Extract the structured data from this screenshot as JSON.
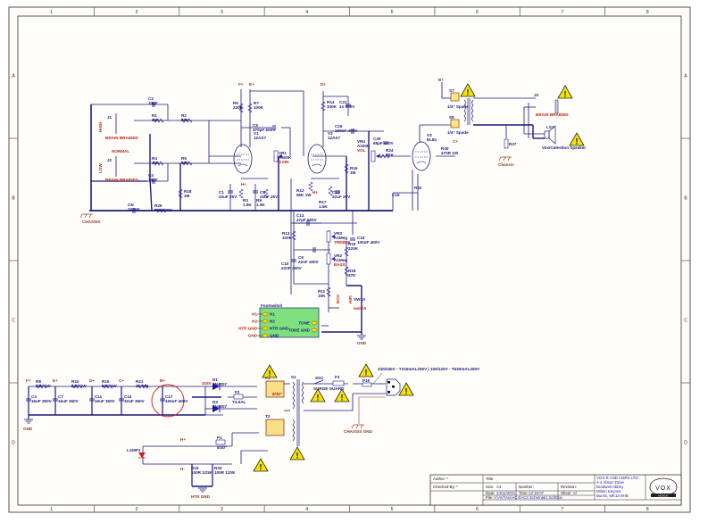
{
  "document": {
    "type": "schematic",
    "brand": "VOX",
    "zones_columns": [
      "1",
      "2",
      "3",
      "4",
      "5",
      "6",
      "7",
      "8"
    ],
    "zones_rows": [
      "A",
      "B",
      "C",
      "D"
    ]
  },
  "title_block": {
    "author_label": "Author: *",
    "checked_label": "Checked By: *",
    "title_label": "Title",
    "size_label": "Size",
    "size_value": "A3",
    "number_label": "Number:",
    "revision_label": "Revision:",
    "date_label": "Date:",
    "date_value": "24/11/2011",
    "time_label": "Time:",
    "time_value": "12:18:07",
    "sheet_label": "Sheet",
    "sheet_value": "of",
    "file_label": "File:",
    "file_value": "V:\\AV\\Vox\\AC4\\AC4 Schematic.SchDoc",
    "company_lines": [
      "VOX R AND AMPS LTD.",
      "4-4 Alston Drive",
      "Bradwell Abbey",
      "Milton Keynes",
      "Bucks, MK13 9HB"
    ],
    "logo_text": "VOX",
    "logo_sub": "MUSICAL"
  },
  "input_section": {
    "jack_hi_label": "J1",
    "jack_hi_tag": "HIGH",
    "jack_lo_label": "J2",
    "jack_lo_tag": "LOW",
    "jack_hi_type": "BRAIN BRAIDED",
    "jack_lo_type": "BRAIN BRAIDED",
    "normal_label": "NORMAL",
    "chassis_label": "CHASSIS",
    "components": [
      {
        "ref": "C2",
        "value": "10pF"
      },
      {
        "ref": "R1",
        "value": "10K"
      },
      {
        "ref": "R2",
        "value": "56K"
      },
      {
        "ref": "R4",
        "value": "10K"
      },
      {
        "ref": "R5",
        "value": "56K"
      },
      {
        "ref": "C4",
        "value": "10pF"
      },
      {
        "ref": "R18",
        "value": "1M"
      },
      {
        "ref": "CN",
        "value": "100nF"
      },
      {
        "ref": "R29",
        "value": "FERRITE"
      }
    ]
  },
  "preamp": {
    "rails": [
      "F+",
      "E+",
      "D+"
    ],
    "tubes": [
      {
        "ref": "V1",
        "type": "12AX7"
      },
      {
        "ref": "V2",
        "type": "12AX7"
      }
    ],
    "components": [
      {
        "ref": "R6",
        "value": "220K"
      },
      {
        "ref": "R7",
        "value": "100K"
      },
      {
        "ref": "C5",
        "value": "470pF 500V"
      },
      {
        "ref": "VR1",
        "value": "A500K",
        "function": "GAIN"
      },
      {
        "ref": "C1",
        "value": "22uF 25V"
      },
      {
        "ref": "R3",
        "value": "1.5K"
      },
      {
        "ref": "C8",
        "value": "22uF 25V"
      },
      {
        "ref": "R9",
        "value": "1.5K"
      },
      {
        "ref": "R14",
        "value": "100K"
      },
      {
        "ref": "C21",
        "value": "1n 500V"
      },
      {
        "ref": "C16",
        "value": "100nF 400V"
      },
      {
        "ref": "VR4",
        "value": "A220K",
        "function": "VOL"
      },
      {
        "ref": "C20",
        "value": "68pF 500V"
      },
      {
        "ref": "R24",
        "value": "5K6"
      },
      {
        "ref": "R16",
        "value": "1M"
      },
      {
        "ref": "R12",
        "value": "56K 1W"
      },
      {
        "ref": "R17",
        "value": "1.5K"
      },
      {
        "ref": "C12",
        "value": "22uF 25V"
      },
      {
        "ref": "C13",
        "value": "47pF 500V"
      }
    ],
    "heater_label": "H+"
  },
  "tone_section": {
    "components": [
      {
        "ref": "R13",
        "value": "100K"
      },
      {
        "ref": "VR3",
        "value": "A1Meg",
        "function": "TREBLE"
      },
      {
        "ref": "C9",
        "value": "22nF 400V"
      },
      {
        "ref": "C10",
        "value": "22nF 400V"
      },
      {
        "ref": "VR2",
        "value": "A1Meg",
        "function": "BASS"
      },
      {
        "ref": "R19",
        "value": "220K"
      },
      {
        "ref": "C15",
        "value": "100nF 400V"
      },
      {
        "ref": "R18",
        "value": "47K"
      },
      {
        "ref": "R11",
        "value": "10K"
      },
      {
        "ref": "SW1A",
        "value": "",
        "function": "switch"
      }
    ],
    "switch_labels": [
      "ECO",
      "HIFI"
    ],
    "footswitch": {
      "title": "Footswitch",
      "left_pins": [
        "H1",
        "H2",
        "HTR GND",
        "GND"
      ],
      "right_pins": [
        "TONE",
        "TONE GND"
      ],
      "ext_labels": [
        "H1",
        "H2",
        "HTR GND",
        "GND"
      ]
    },
    "ground_label": "GND"
  },
  "power_amp": {
    "rail": "B+",
    "tube": {
      "ref": "V3",
      "type": "EL84"
    },
    "components": [
      {
        "ref": "R30",
        "value": "470R 1W"
      },
      {
        "ref": "C19",
        "value": "22uF 63V"
      },
      {
        "ref": "R22",
        "value": "120R 1W"
      },
      {
        "ref": "R24",
        "value": "5K6"
      },
      {
        "ref": "R27",
        "value": ""
      }
    ],
    "spades": [
      {
        "ref": "S7",
        "value": "1/4\" Spade"
      },
      {
        "ref": "S8",
        "value": "1/4\" Spade"
      }
    ],
    "output_transformer": "T1",
    "speaker_jack": {
      "ref": "J3",
      "type": "BRAIN BRAIDED"
    },
    "speaker": {
      "ref": "LS1",
      "value": "Vox/Celestion Speaker"
    },
    "chassis_label": "Chassis",
    "c_plus": "C+",
    "heater": "H+"
  },
  "power_supply": {
    "rails": [
      "F+",
      "E+",
      "D+",
      "C+",
      "B+"
    ],
    "voltage_note": "315V",
    "components": [
      {
        "ref": "R8",
        "value": "22K 1W"
      },
      {
        "ref": "R10",
        "value": "22K 1W"
      },
      {
        "ref": "R15",
        "value": "10K 1W"
      },
      {
        "ref": "R21",
        "value": "1K 5W"
      },
      {
        "ref": "C3",
        "value": "16uF 350V"
      },
      {
        "ref": "C7",
        "value": "16uF 350V"
      },
      {
        "ref": "C11",
        "value": "16uF 350V"
      },
      {
        "ref": "C14",
        "value": "32uF 350V"
      },
      {
        "ref": "C17",
        "value": "100uF 400V"
      },
      {
        "ref": "D1",
        "value": "1N4007"
      },
      {
        "ref": "D2",
        "value": "1N4007"
      },
      {
        "ref": "F1",
        "value": "T200mAL"
      },
      {
        "ref": "F2",
        "value": "T4.5AL"
      },
      {
        "ref": "P1",
        "value": "8/30\""
      },
      {
        "ref": "P2",
        "value": "8/30\""
      },
      {
        "ref": "T2",
        "value": ""
      },
      {
        "ref": "S1",
        "value": "SW-SPST"
      },
      {
        "ref": "SG1",
        "value": "SURGE GUARD"
      },
      {
        "ref": "F3",
        "value": ""
      },
      {
        "ref": "P10",
        "value": "Plug AC Male"
      }
    ],
    "fuse_note": "230/240V - T315mAL250V | 100/120V - T630mAL250V",
    "chassis_gnd": "CHASSIS GND",
    "gnd": "GND",
    "heater": {
      "lamp": "LAMP1",
      "h_plus": "H+",
      "h_minus": "H-",
      "components": [
        {
          "ref": "R15",
          "value": "100R 1/2W"
        },
        {
          "ref": "R33",
          "value": "100R 1/2W"
        }
      ],
      "htr_gnd": "HTR GND"
    }
  },
  "colors": {
    "wire": "#1a1a7a",
    "bus": "#12127a",
    "frame": "#555555",
    "red_label": "#c0201a",
    "net_label": "#8a3a20",
    "warning_fill": "#f5e300",
    "footswitch_fill": "#7ee07e",
    "spade_fill": "#ffe680",
    "psu_box_fill": "#f8e08a"
  }
}
